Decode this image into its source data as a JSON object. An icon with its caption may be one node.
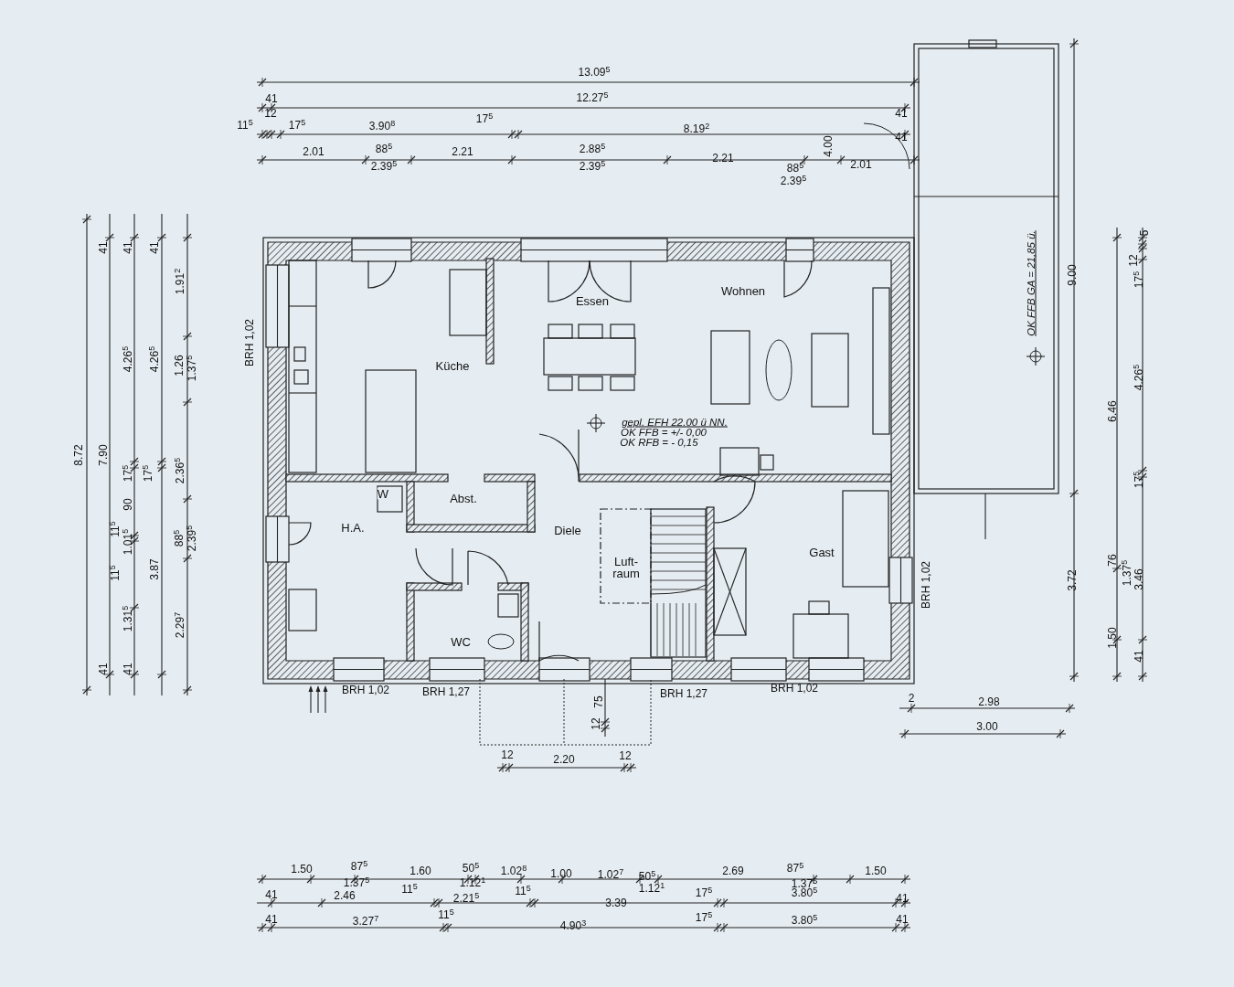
{
  "diagram": {
    "labels": [
      "13.09$^{5}$",
      "41",
      "12.27$^{5}$",
      "12",
      "11$^{5}$",
      "17$^{5}$",
      "3.90$^{8}$",
      "17$^{5}$",
      "8.19$^{2}$",
      "41",
      "41",
      "2.01",
      "88$^{5}$",
      "2.39$^{5}$",
      "2.21",
      "2.88$^{5}$",
      "2.39$^{5}$",
      "2.21",
      "88$^{5}$",
      "2.39$^{5}$",
      "4.00",
      "2.01",
      "8.72",
      "41",
      "7.90",
      "11$^{5}$",
      "11$^{5}$",
      "41",
      "41",
      "4.26$^{5}$",
      "17$^{5}$",
      "90",
      "1.01$^{5}$",
      "1.31$^{5}$",
      "41",
      "41",
      "4.26$^{5}$",
      "17$^{5}$",
      "3.87",
      "1.91$^{2}$",
      "1.26",
      "1.37$^{5}$",
      "2.36$^{5}$",
      "88$^{5}$",
      "2.39$^{5}$",
      "2.29$^{7}$",
      "BRH 1,02",
      "Essen",
      "Wohnen",
      "Küche",
      "gepl. EFH 22.00 ü NN.",
      "OK FFB = +/- 0,00",
      "OK RFB = - 0,15",
      "W",
      "Abst.",
      "H.A.",
      "Diele",
      "Luft- raum",
      "Gast",
      "WC",
      "BRH 1,02",
      "BRH 1,27",
      "BRH 1,27",
      "BRH 1,02",
      "BRH 1,02",
      "75",
      "12",
      "12",
      "2.20",
      "12",
      "2",
      "2.98",
      "3.00",
      "OK FFB GA = 21,85 ü.",
      "9.00",
      "3.72",
      "6.46",
      "1.50",
      "76",
      "5",
      "12",
      "17$^{5}$",
      "4.26$^{5}$",
      "17$^{5}$",
      "1.37$^{5}$",
      "3.46",
      "41",
      "1.50",
      "87$^{5}$",
      "1.37$^{5}$",
      "1.60",
      "50$^{5}$",
      "1.12$^{1}$",
      "1.02$^{8}$",
      "1.00",
      "1.02$^{7}$",
      "50$^{5}$",
      "1.12$^{1}$",
      "2.69",
      "87$^{5}$",
      "1.37$^{5}$",
      "1.50",
      "41",
      "2.46",
      "11$^{5}$",
      "2.21$^{5}$",
      "11$^{5}$",
      "3.39",
      "17$^{5}$",
      "3.80$^{5}$",
      "41",
      "41",
      "3.27$^{7}$",
      "11$^{5}$",
      "4.90$^{3}$",
      "17$^{5}$",
      "3.80$^{5}$",
      "41"
    ]
  }
}
